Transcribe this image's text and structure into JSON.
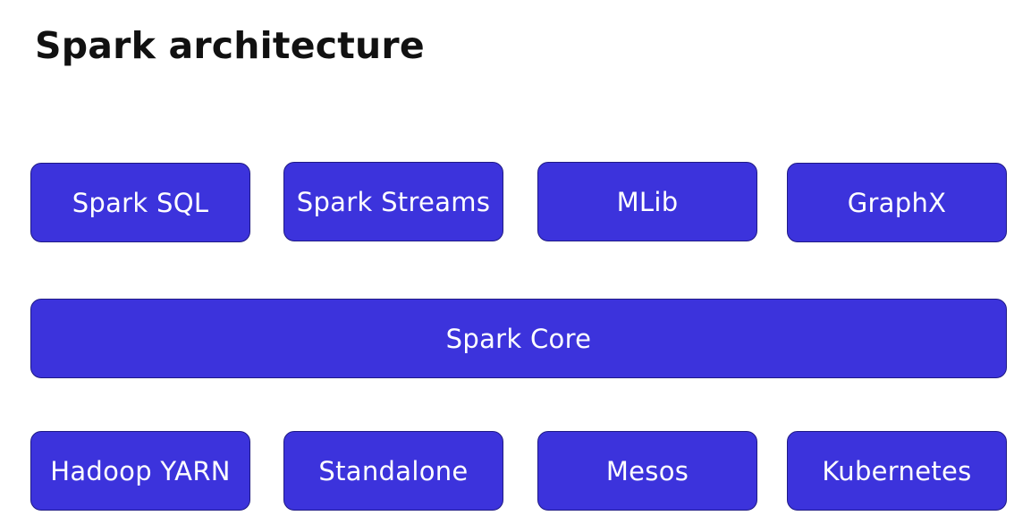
{
  "title": "Spark architecture",
  "colors": {
    "box_fill": "#3c33dc",
    "box_border": "#1f1a85",
    "box_text": "#ffffff",
    "title_text": "#111111",
    "background": "#ffffff"
  },
  "rows": {
    "libraries": [
      "Spark SQL",
      "Spark Streams",
      "MLib",
      "GraphX"
    ],
    "core": "Spark Core",
    "cluster_managers": [
      "Hadoop YARN",
      "Standalone",
      "Mesos",
      "Kubernetes"
    ]
  }
}
